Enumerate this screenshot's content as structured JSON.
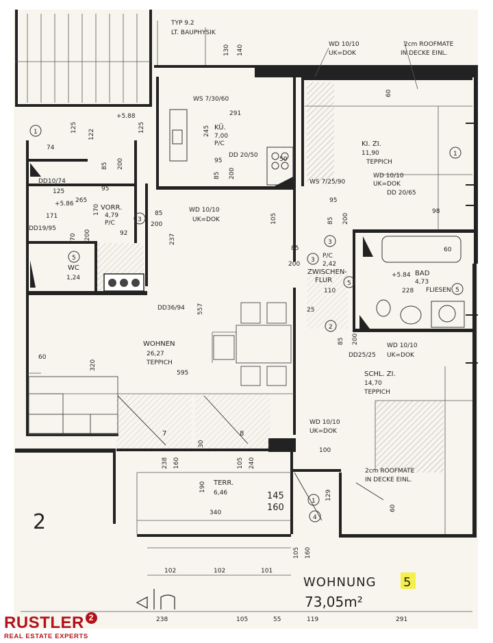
{
  "labels": {
    "typ": "TYP 9.2",
    "bauphysik": "LT. BAUPHYSIK",
    "wd_top": "WD 10/10",
    "ukdok_top": "UK=DOK",
    "roofmate_top_1": "2cm ROOFMATE",
    "roofmate_top_2": "IN DECKE EINL.",
    "ws_kitchen": "WS 7/30/60",
    "ws_kitchen_dim": "291",
    "height_588": "+5.88",
    "height_586": "+5.86",
    "height_584": "+5.84",
    "dd_20_50": "DD 20/50",
    "dd_10_74": "DD10/74",
    "dd_19_95": "DD19/95",
    "dd_36_94": "DD36/94",
    "dd_20_65": "DD 20/65",
    "dd_25_25": "DD25/25",
    "ws_7_25_90": "WS 7/25/90",
    "wd_kinder": "WD 10/10",
    "ukdok_kinder": "UK=DOK",
    "wd_vorr": "WD 10/10",
    "ukdok_vorr": "UK=DOK",
    "wd_schl": "WD 10/10",
    "ukdok_schl": "UK=DOK",
    "wd_terr": "WD 10/10",
    "ukdok_terr": "UK=DOK",
    "roofmate_bot_1": "2cm ROOFMATE",
    "roofmate_bot_2": "IN DECKE EINL.",
    "floor_number": "2",
    "wohnung_label": "WOHNUNG",
    "wohnung_number": "5",
    "wohnung_area": "73,05m²"
  },
  "rooms": [
    {
      "name": "KÜ.",
      "area": "7,00",
      "floor": "P/C"
    },
    {
      "name": "KI. ZI.",
      "area": "11,90",
      "floor": "TEPPICH"
    },
    {
      "name": "VORR.",
      "area": "4,79",
      "floor": "P/C"
    },
    {
      "name": "WC",
      "area": "1,24",
      "floor": ""
    },
    {
      "name": "ZWISCHEN-",
      "area": "2,42",
      "floor": "P/C"
    },
    {
      "name": "FLUR",
      "area": "",
      "floor": ""
    },
    {
      "name": "BAD",
      "area": "4,73",
      "floor": "FLIESEN"
    },
    {
      "name": "WOHNEN",
      "area": "26,27",
      "floor": "TEPPICH"
    },
    {
      "name": "SCHL. ZI.",
      "area": "14,70",
      "floor": "TEPPICH"
    },
    {
      "name": "TERR.",
      "area": "6,46",
      "floor": ""
    }
  ],
  "dimensions": {
    "d85": "85",
    "d200": "200",
    "d130": "130",
    "d140": "140",
    "d245": "245",
    "d95": "95",
    "d105": "105",
    "d237": "237",
    "d557": "557",
    "d320": "320",
    "d595": "595",
    "d60": "60",
    "d238": "238",
    "d160": "160",
    "d190": "190",
    "d340": "340",
    "d145": "145",
    "d240": "240",
    "d102": "102",
    "d101": "101",
    "d100": "100",
    "d110": "110",
    "d228": "228",
    "d98": "98",
    "d25": "25",
    "d125": "125",
    "d171": "171",
    "d92": "92",
    "d74": "74",
    "d122": "122",
    "d70": "70",
    "d170": "170",
    "d265": "265",
    "d50": "50",
    "d30": "30",
    "d129": "129"
  },
  "bottom_dims": [
    "238",
    "105",
    "55",
    "119",
    "291"
  ],
  "door_numbers": [
    "1",
    "2",
    "3",
    "4",
    "5",
    "7",
    "8"
  ],
  "logo": {
    "brand": "RUSTLER",
    "badge": "2",
    "tagline": "REAL ESTATE EXPERTS",
    "color": "#b3121a"
  },
  "colors": {
    "background": "#ffffff",
    "paper": "#f7f5ee",
    "wall": "#222222",
    "highlight": "#f5ef4c"
  }
}
